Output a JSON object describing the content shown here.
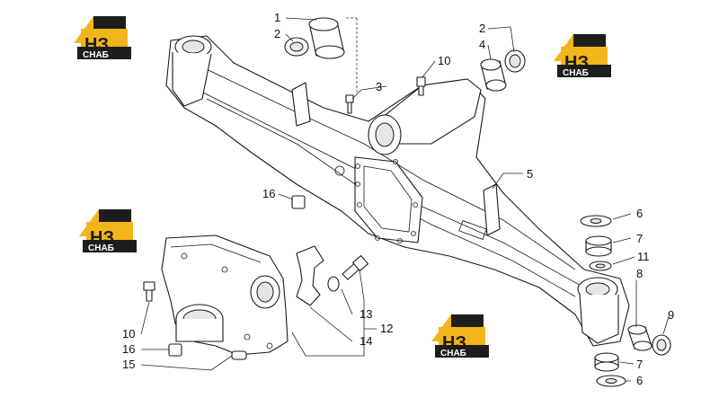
{
  "logo": {
    "mark": "НЗ",
    "caption": "СНАБ",
    "colors": {
      "accent": "#f2b51b",
      "dark": "#1d1d1b",
      "white": "#ffffff"
    }
  },
  "callouts": {
    "c1": "1",
    "c2a": "2",
    "c2b": "2",
    "c3": "3",
    "c4": "4",
    "c5": "5",
    "c6a": "6",
    "c6b": "6",
    "c7a": "7",
    "c7b": "7",
    "c8": "8",
    "c9": "9",
    "c10a": "10",
    "c10b": "10",
    "c11": "11",
    "c12": "12",
    "c13": "13",
    "c14": "14",
    "c15": "15",
    "c16a": "16",
    "c16b": "16"
  }
}
